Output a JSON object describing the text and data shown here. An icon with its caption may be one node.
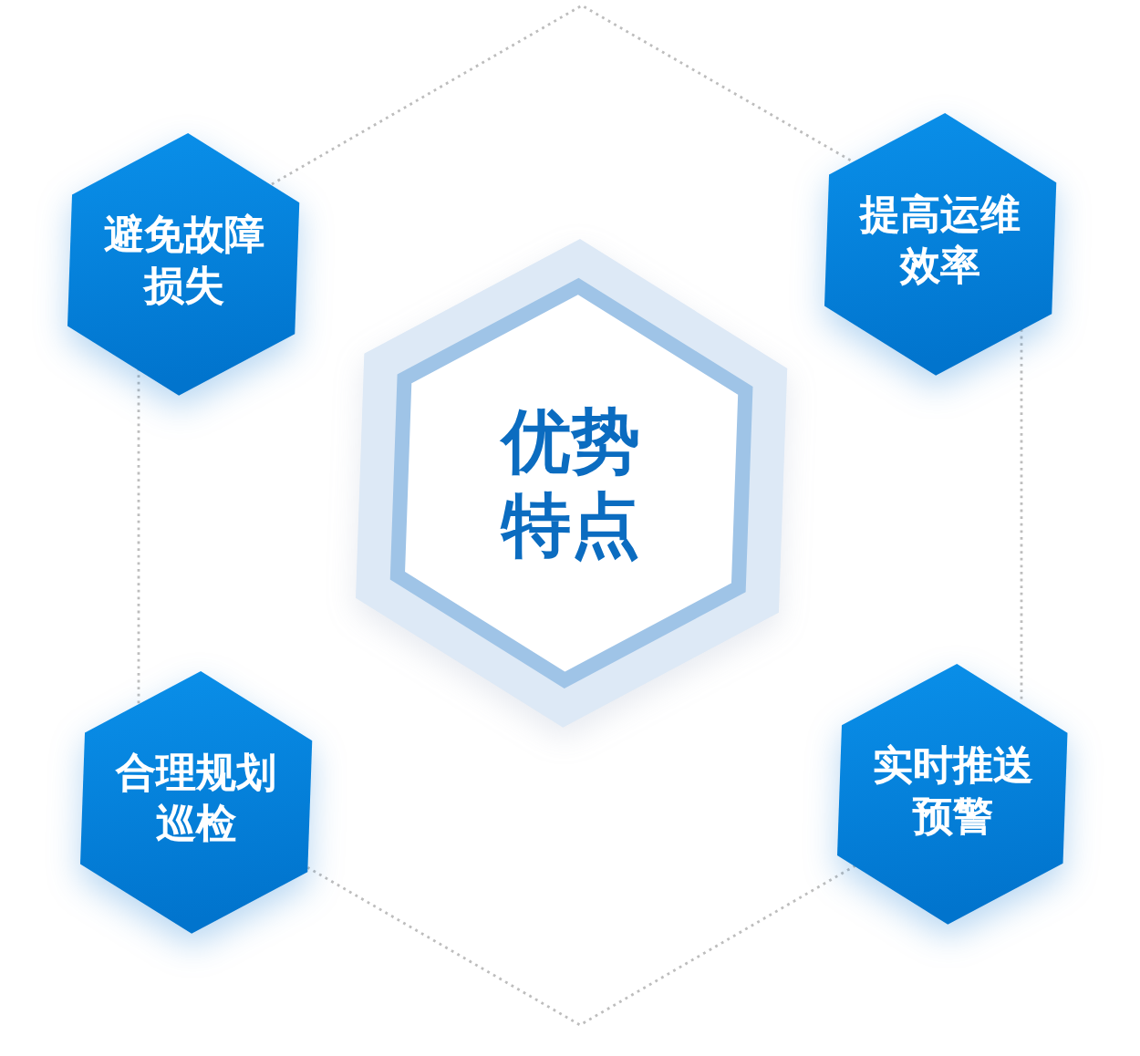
{
  "diagram": {
    "nodes": [
      {
        "text": [
          "避免故障损失"
        ]
      },
      {
        "text": [
          "提高运维效率"
        ]
      },
      {
        "text": [
          "优势特点"
        ]
      },
      {
        "text": [
          "合理规划巡检"
        ]
      },
      {
        "text": [
          "实时推送预警"
        ]
      }
    ],
    "edges": [
      {
        "from": 0,
        "to": 1,
        "arrow": "none",
        "style": "dashed"
      },
      {
        "from": 1,
        "to": 4,
        "arrow": "none",
        "style": "dashed"
      },
      {
        "from": 4,
        "to": 3,
        "arrow": "none",
        "style": "dashed"
      },
      {
        "from": 3,
        "to": 0,
        "arrow": "none",
        "style": "dashed"
      }
    ]
  }
}
